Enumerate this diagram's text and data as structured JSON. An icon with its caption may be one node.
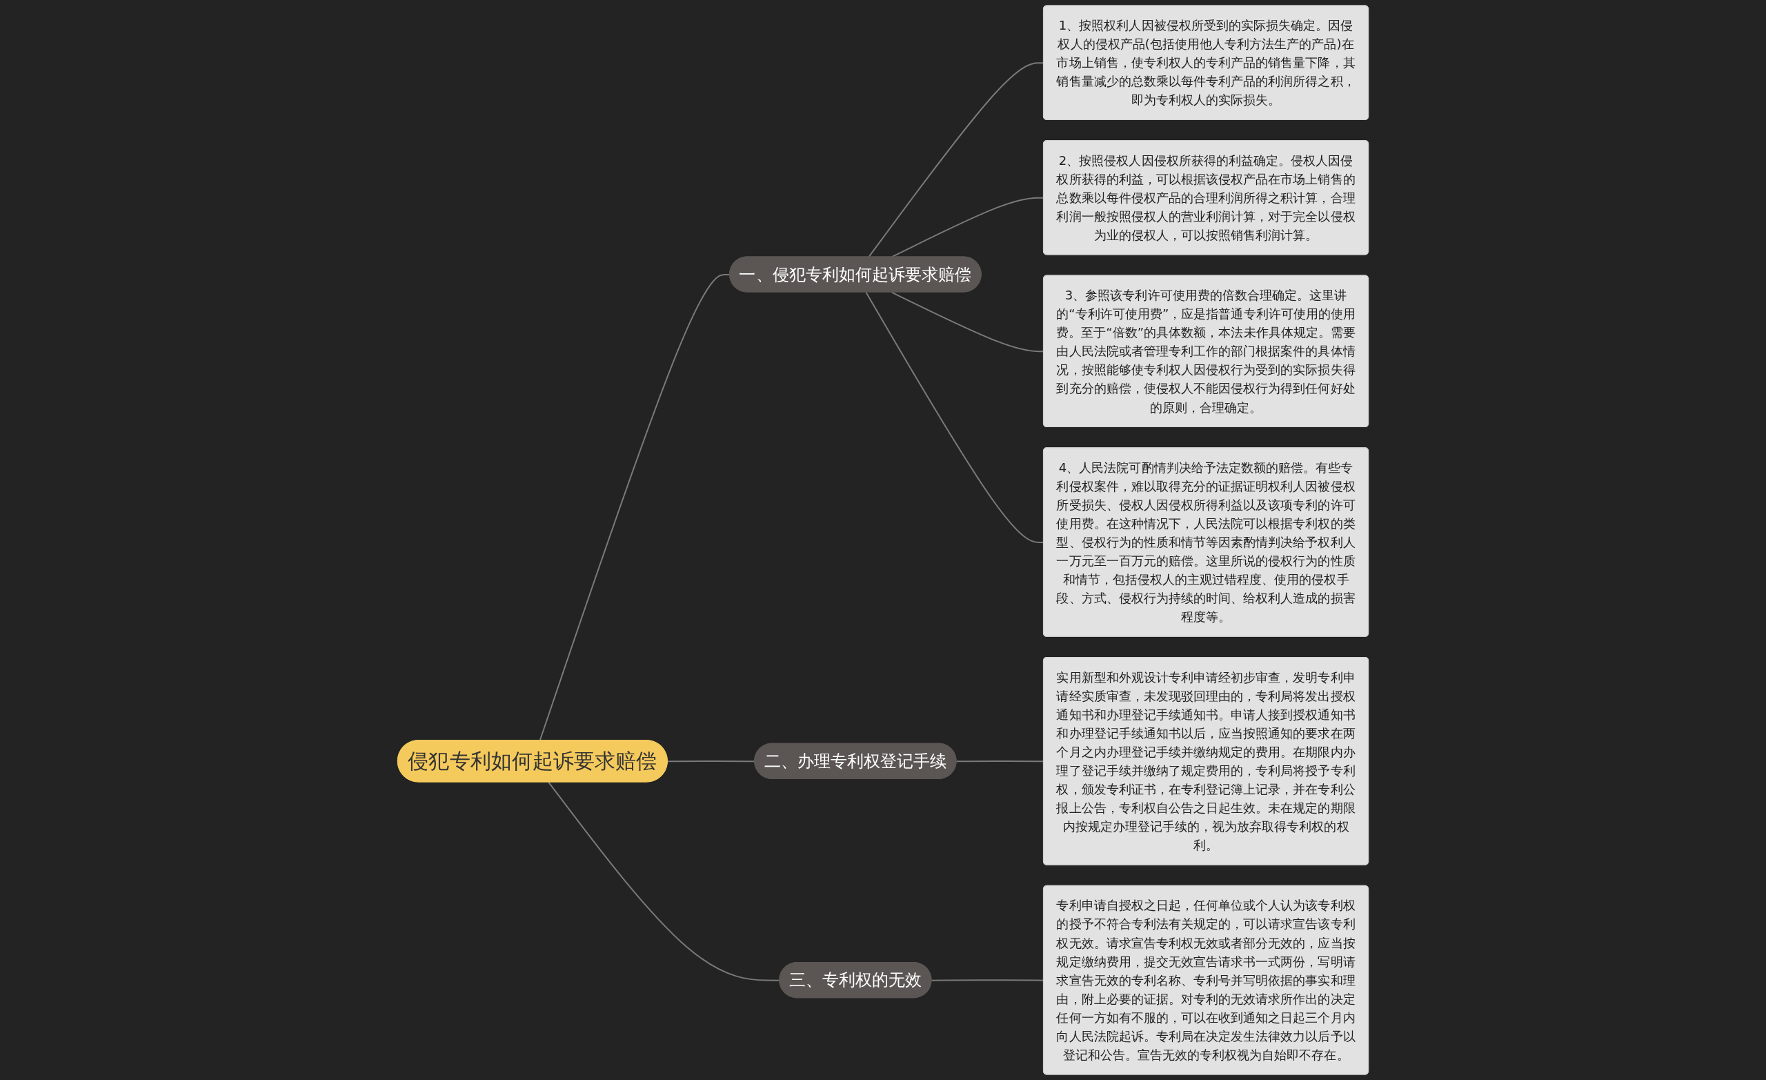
{
  "diagram": {
    "nodes": [
      {
        "text": [
          "侵犯专利如何起诉要求赔偿"
        ]
      },
      {
        "text": [
          "一、侵犯专利如何起诉要求赔偿"
        ]
      },
      {
        "text": [
          "1、按照权利人因被侵权所受到的实际损失确定。因侵权人的侵权产品(包括使用他人专利方法生产的产品)在市场上销售，使专利权人的专利产品的销售量下降，其销售量减少的总数乘以每件专利产品的利润所得之积，即为专利权人的实际损失。"
        ]
      },
      {
        "text": [
          "2、按照侵权人因侵权所获得的利益确定。侵权人因侵权所获得的利益，可以根据该侵权产品在市场上销售的总数乘以每件侵权产品的合理利润所得之积计算，合理利润一般按照侵权人的营业利润计算，对于完全以侵权为业的侵权人，可以按照销售利润计算。"
        ]
      },
      {
        "text": [
          "3、参照该专利许可使用费的倍数合理确定。这里讲的“专利许可使用费”，应是指普通专利许可使用的使用费。至于“倍数”的具体数额，本法未作具体规定。需要由人民法院或者管理专利工作的部门根据案件的具体情况，按照能够使专利权人因侵权行为受到的实际损失得到充分的赔偿，使侵权人不能因侵权行为得到任何好处的原则，合理确定。"
        ]
      },
      {
        "text": [
          "4、人民法院可酌情判决给予法定数额的赔偿。有些专利侵权案件，难以取得充分的证据证明权利人因被侵权所受损失、侵权人因侵权所得利益以及该项专利的许可使用费。在这种情况下，人民法院可以根据专利权的类型、侵权行为的性质和情节等因素酌情判决给予权利人一万元至一百万元的赔偿。这里所说的侵权行为的性质和情节，包括侵权人的主观过错程度、使用的侵权手段、方式、侵权行为持续的时间、给权利人造成的损害程度等。"
        ]
      },
      {
        "text": [
          "二、办理专利权登记手续"
        ]
      },
      {
        "text": [
          "实用新型和外观设计专利申请经初步审查，发明专利申请经实质审查，未发现驳回理由的，专利局将发出授权通知书和办理登记手续通知书。申请人接到授权通知书和办理登记手续通知书以后，应当按照通知的要求在两个月之内办理登记手续并缴纳规定的费用。在期限内办理了登记手续并缴纳了规定费用的，专利局将授予专利权，颁发专利证书，在专利登记簿上记录，并在专利公报上公告，专利权自公告之日起生效。未在规定的期限内按规定办理登记手续的，视为放弃取得专利权的权利。"
        ]
      },
      {
        "text": [
          "三、专利权的无效"
        ]
      },
      {
        "text": [
          "专利申请自授权之日起，任何单位或个人认为该专利权的授予不符合专利法有关规定的，可以请求宣告该专利权无效。请求宣告专利权无效或者部分无效的，应当按规定缴纳费用，提交无效宣告请求书一式两份，写明请求宣告无效的专利名称、专利号并写明依据的事实和理由，附上必要的证据。对专利的无效请求所作出的决定任何一方如有不服的，可以在收到通知之日起三个月内向人民法院起诉。专利局在决定发生法律效力以后予以登记和公告。宣告无效的专利权视为自始即不存在。"
        ]
      }
    ],
    "edges": [
      {
        "from": 0,
        "to": 1,
        "arrow": "none"
      },
      {
        "from": 1,
        "to": 2,
        "arrow": "none"
      },
      {
        "from": 1,
        "to": 3,
        "arrow": "none"
      },
      {
        "from": 1,
        "to": 4,
        "arrow": "none"
      },
      {
        "from": 1,
        "to": 5,
        "arrow": "none"
      },
      {
        "from": 0,
        "to": 6,
        "arrow": "none"
      },
      {
        "from": 6,
        "to": 7,
        "arrow": "none"
      },
      {
        "from": 0,
        "to": 8,
        "arrow": "none"
      },
      {
        "from": 8,
        "to": 9,
        "arrow": "none"
      }
    ]
  }
}
